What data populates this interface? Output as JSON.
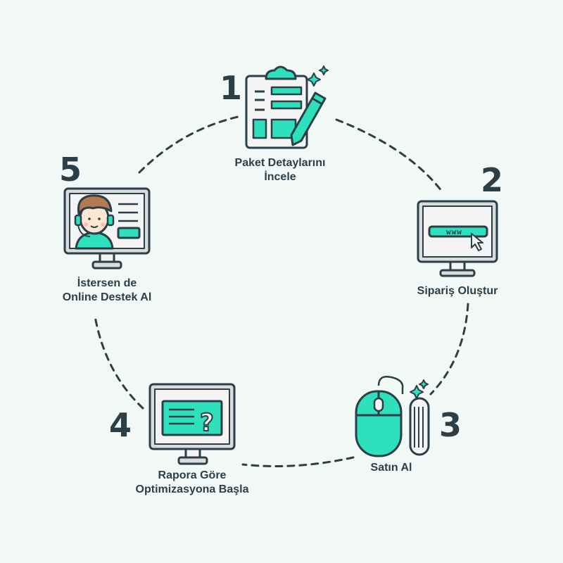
{
  "colors": {
    "background": "#f1f8f6",
    "accent": "#2ee0bc",
    "outline": "#2c3e46",
    "screen": "#f4f4f4",
    "frame": "#d9dcdc"
  },
  "steps": [
    {
      "number": "1",
      "line1": "Paket Detaylarını",
      "line2": "İncele",
      "icon": "clipboard-pen-icon"
    },
    {
      "number": "2",
      "line1": "Sipariş Oluştur",
      "line2": "",
      "icon": "browser-url-monitor-icon"
    },
    {
      "number": "3",
      "line1": "Satın Al",
      "line2": "",
      "icon": "computer-mouse-icon"
    },
    {
      "number": "4",
      "line1": "Rapora Göre",
      "line2": "Optimizasyona Başla",
      "icon": "question-monitor-icon"
    },
    {
      "number": "5",
      "line1": "İstersen de",
      "line2": "Online Destek Al",
      "icon": "support-agent-monitor-icon"
    }
  ],
  "url_text": "www"
}
